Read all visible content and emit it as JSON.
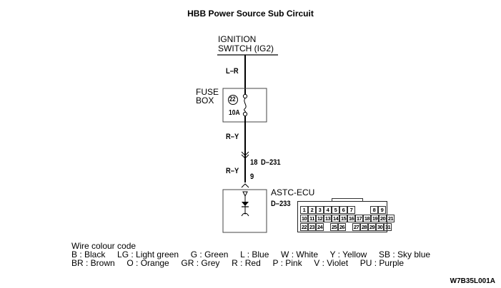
{
  "title": "HBB Power Source Sub Circuit",
  "ignition": {
    "line1": "IGNITION",
    "line2": "SWITCH (IG2)"
  },
  "wires": {
    "top": "L–R",
    "middle": "R–Y",
    "bottom": "R–Y"
  },
  "fuse_box": {
    "label1": "FUSE",
    "label2": "BOX",
    "fuse_number": "22",
    "rating": "10A"
  },
  "intermediate_connector": {
    "pin": "18",
    "id": "D–231"
  },
  "ecu": {
    "name": "ASTC-ECU",
    "connector_id": "D–233",
    "pin": "9"
  },
  "connector_pins": {
    "row1": [
      "1",
      "2",
      "3",
      "4",
      "5",
      "6",
      "7",
      "",
      "8",
      "9"
    ],
    "row2": [
      "10",
      "11",
      "12",
      "13",
      "14",
      "15",
      "16",
      "17",
      "18",
      "19",
      "20",
      "21"
    ],
    "row3": [
      "22",
      "23",
      "24",
      "",
      "25",
      "26",
      "",
      "27",
      "28",
      "29",
      "30",
      "31"
    ]
  },
  "wire_colour_code": {
    "heading": "Wire colour code",
    "line1": [
      "B : Black",
      "LG : Light green",
      "G : Green",
      "L : Blue",
      "W : White",
      "Y : Yellow",
      "SB : Sky blue"
    ],
    "line2": [
      "BR : Brown",
      "O : Orange",
      "GR : Grey",
      "R : Red",
      "P : Pink",
      "V : Violet",
      "PU : Purple"
    ]
  },
  "reference_code": "W7B35L001A"
}
